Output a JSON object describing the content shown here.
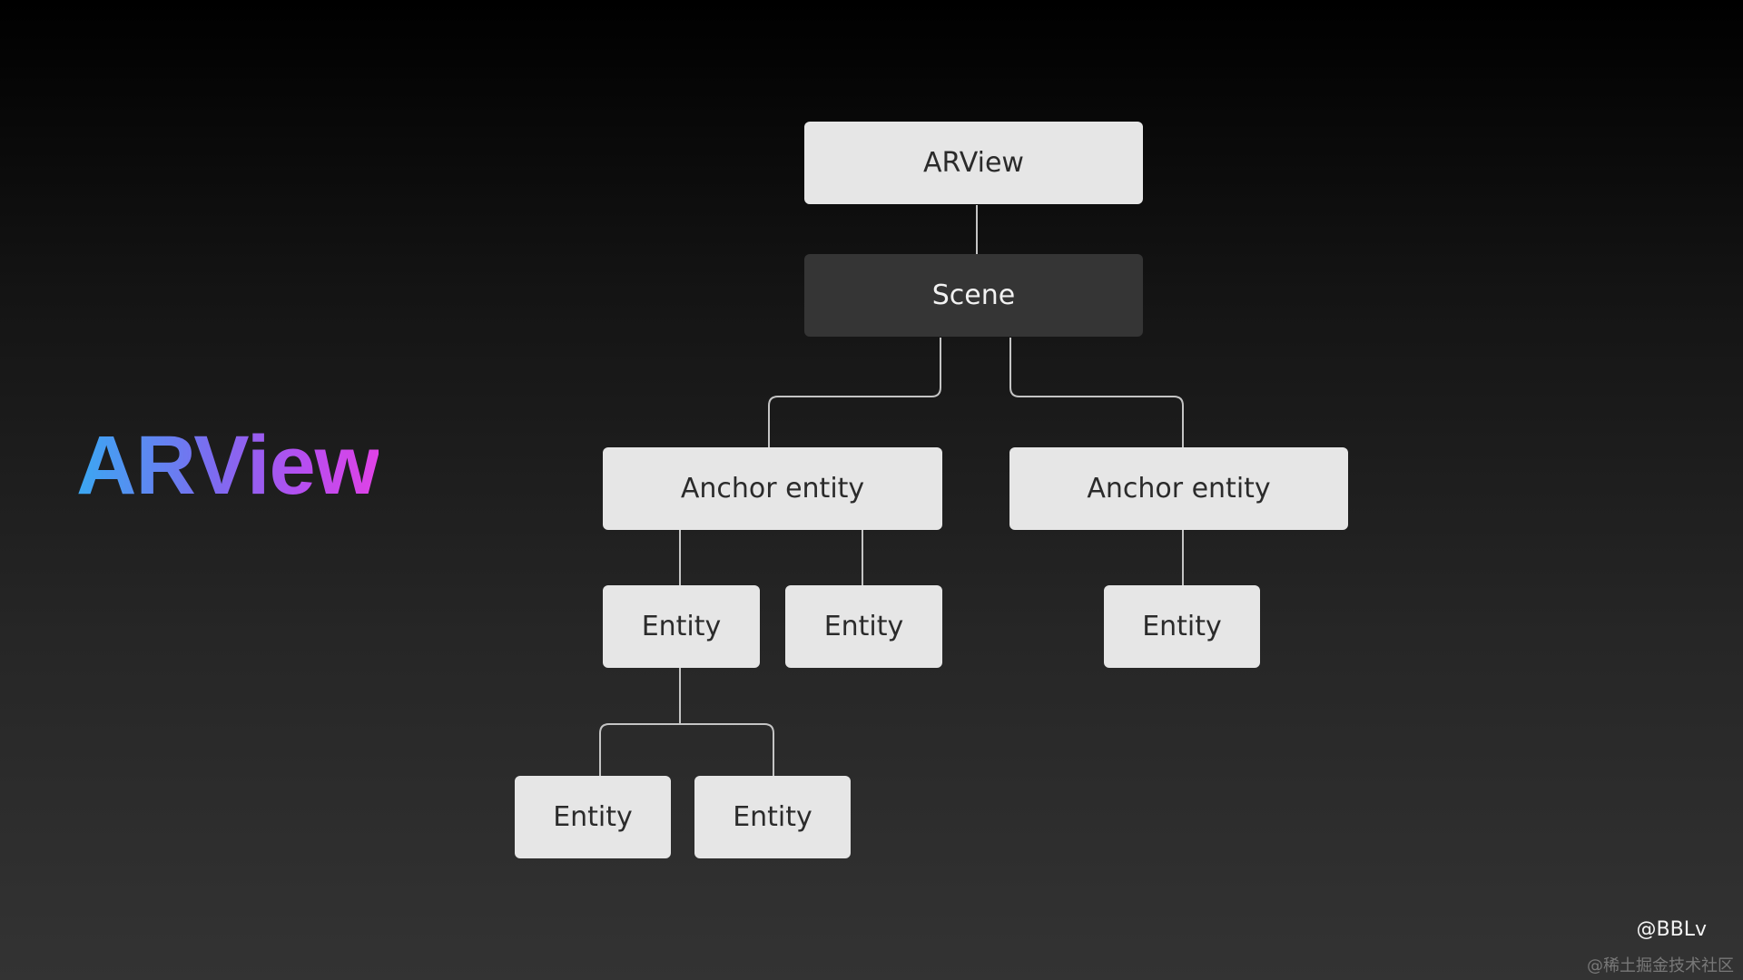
{
  "slide": {
    "title": "ARView",
    "title_gradient": [
      "#3aa8f2",
      "#7c6cf0",
      "#b64ef0",
      "#e042e6"
    ],
    "credit": "@BBLv",
    "watermark": "@稀土掘金技术社区"
  },
  "colors": {
    "node_light": "#e6e6e6",
    "node_dark": "#353535",
    "connector": "#c4c4c4"
  },
  "tree": {
    "root": {
      "label": "ARView",
      "style": "light"
    },
    "scene": {
      "label": "Scene",
      "style": "dark"
    },
    "anchor_left": {
      "label": "Anchor entity",
      "style": "light"
    },
    "anchor_right": {
      "label": "Anchor entity",
      "style": "light"
    },
    "entity_a": {
      "label": "Entity",
      "style": "light"
    },
    "entity_b": {
      "label": "Entity",
      "style": "light"
    },
    "entity_c": {
      "label": "Entity",
      "style": "light"
    },
    "entity_d": {
      "label": "Entity",
      "style": "light"
    },
    "entity_e": {
      "label": "Entity",
      "style": "light"
    }
  }
}
